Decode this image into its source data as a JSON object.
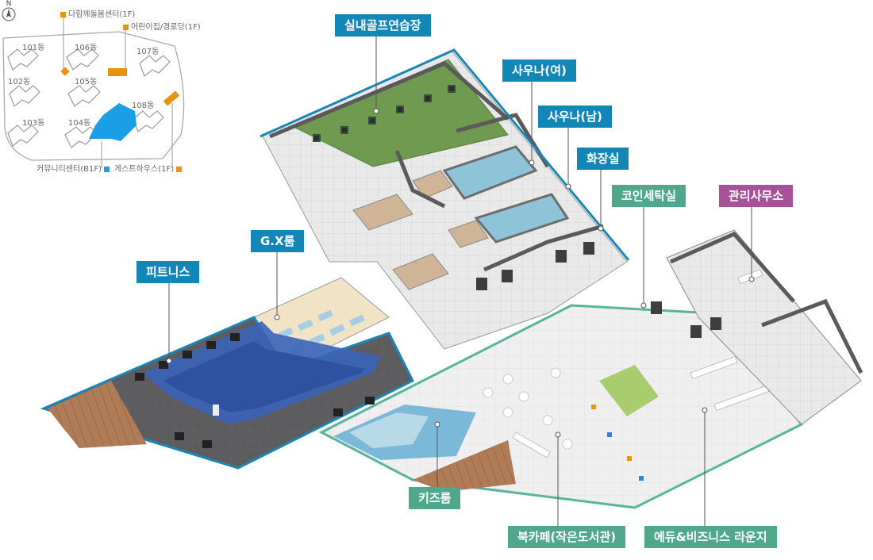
{
  "site_map": {
    "north_label": "N",
    "buildings": [
      "101동",
      "102동",
      "103동",
      "104동",
      "105동",
      "106동",
      "107동",
      "108동"
    ],
    "legend": {
      "dachamke": "다함께돌봄센터(1F)",
      "daycare": "어린이집/경로당(1F)",
      "community": "커뮤니티센터(B1F)",
      "guesthouse": "게스트하우스(1F)"
    }
  },
  "facilities": {
    "golf": "실내골프연습장",
    "sauna_f": "사우나(여)",
    "sauna_m": "사우나(남)",
    "restroom": "화장실",
    "laundry": "코인세탁실",
    "office": "관리사무소",
    "gx": "G.X룸",
    "fitness": "피트니스",
    "kids": "키즈룸",
    "bookcafe": "북카페(작은도서관)",
    "lounge": "에듀&비즈니스 라운지"
  },
  "colors": {
    "blue_label": "#1386b8",
    "green_label": "#4fa88c",
    "purple_label": "#a9509a",
    "orange_marker": "#e8920e",
    "community_blue": "#1a9ee6",
    "outline_blue": "#1b86b6",
    "outline_green": "#56b59a"
  }
}
